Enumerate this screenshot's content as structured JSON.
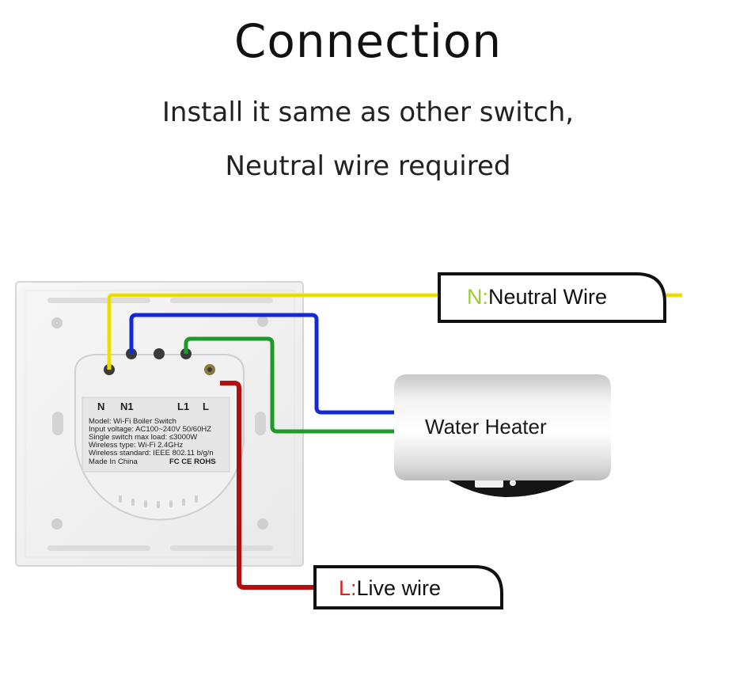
{
  "header": {
    "title": "Connection",
    "subtitle_line1": "Install it same as other switch,",
    "subtitle_line2": "Neutral wire required"
  },
  "switch": {
    "terminals": [
      "N",
      "N1",
      "L1",
      "L"
    ],
    "spec_lines": [
      "Model:  Wi-Fi Boiler Switch",
      "Input voltage:  AC100~240V  50/60HZ",
      "Single switch max load:  ≤3000W",
      "Wireless type:  Wi-Fi 2.4GHz",
      "Wireless standard:  IEEE 802.11 b/g/n"
    ],
    "made_in": "Made In China",
    "certs": "FC CE ROHS"
  },
  "labels": {
    "neutral_prefix": "N:",
    "neutral_text": "Neutral Wire",
    "live_prefix": "L:",
    "live_text": "Live wire",
    "heater": "Water  Heater"
  },
  "colors": {
    "neutral_wire": "#f2e400",
    "n1_wire": "#1428d8",
    "l1_wire": "#1e9a2a",
    "live_wire": "#b40e0e",
    "neutral_prefix": "#9acd32",
    "live_prefix": "#e02020"
  }
}
